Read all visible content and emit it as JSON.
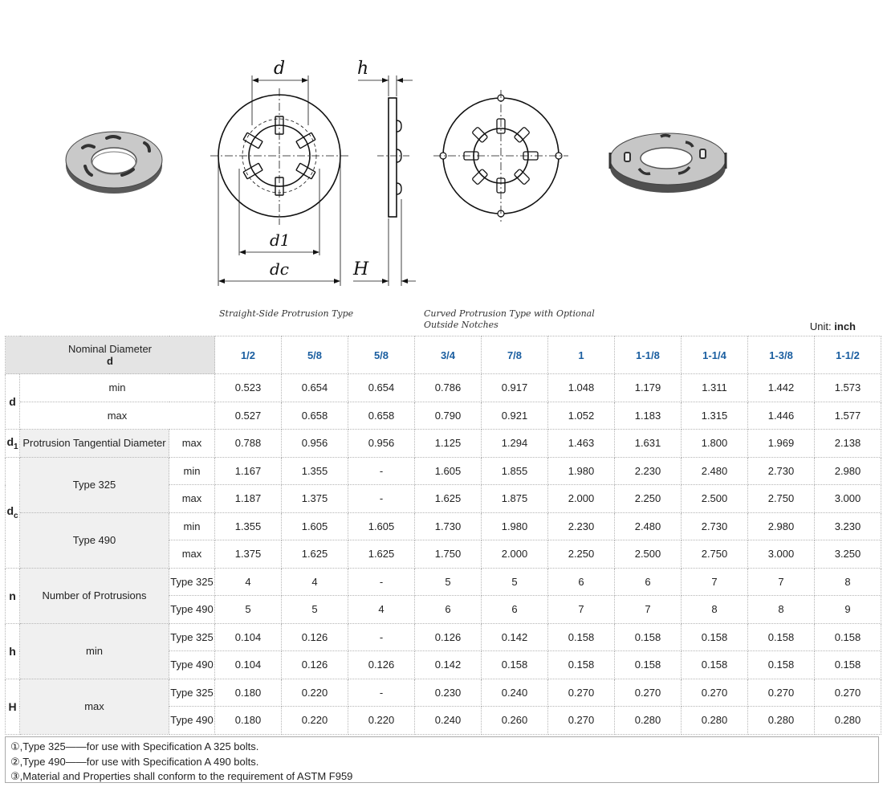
{
  "figure": {
    "labels": {
      "d": "d",
      "h": "h",
      "d1": "d1",
      "dc": "dc",
      "H": "H"
    },
    "caption_straight": "Straight-Side Protrusion Type",
    "caption_curved_line1": "Curved Protrusion Type with Optional",
    "caption_curved_line2": "Outside Notches"
  },
  "unit": {
    "label": "Unit:",
    "value": "inch"
  },
  "table": {
    "header_label": "Nominal Diameter",
    "header_symbol": "d",
    "sizes": [
      "1/2",
      "5/8",
      "5/8",
      "3/4",
      "7/8",
      "1",
      "1-1/8",
      "1-1/4",
      "1-3/8",
      "1-1/2"
    ],
    "d": {
      "symbol": "d",
      "rows": [
        {
          "label": "min",
          "values": [
            "0.523",
            "0.654",
            "0.654",
            "0.786",
            "0.917",
            "1.048",
            "1.179",
            "1.311",
            "1.442",
            "1.573"
          ]
        },
        {
          "label": "max",
          "values": [
            "0.527",
            "0.658",
            "0.658",
            "0.790",
            "0.921",
            "1.052",
            "1.183",
            "1.315",
            "1.446",
            "1.577"
          ]
        }
      ]
    },
    "d1": {
      "symbol": "d",
      "symbol_sub": "1",
      "label": "Protrusion Tangential Diameter",
      "qualifier": "max",
      "values": [
        "0.788",
        "0.956",
        "0.956",
        "1.125",
        "1.294",
        "1.463",
        "1.631",
        "1.800",
        "1.969",
        "2.138"
      ]
    },
    "dc": {
      "symbol": "d",
      "symbol_sub": "c",
      "groups": [
        {
          "label": "Type 325",
          "rows": [
            {
              "label": "min",
              "values": [
                "1.167",
                "1.355",
                "-",
                "1.605",
                "1.855",
                "1.980",
                "2.230",
                "2.480",
                "2.730",
                "2.980"
              ]
            },
            {
              "label": "max",
              "values": [
                "1.187",
                "1.375",
                "-",
                "1.625",
                "1.875",
                "2.000",
                "2.250",
                "2.500",
                "2.750",
                "3.000"
              ]
            }
          ]
        },
        {
          "label": "Type 490",
          "rows": [
            {
              "label": "min",
              "values": [
                "1.355",
                "1.605",
                "1.605",
                "1.730",
                "1.980",
                "2.230",
                "2.480",
                "2.730",
                "2.980",
                "3.230"
              ]
            },
            {
              "label": "max",
              "values": [
                "1.375",
                "1.625",
                "1.625",
                "1.750",
                "2.000",
                "2.250",
                "2.500",
                "2.750",
                "3.000",
                "3.250"
              ]
            }
          ]
        }
      ]
    },
    "n": {
      "symbol": "n",
      "label": "Number of Protrusions",
      "rows": [
        {
          "label": "Type 325",
          "values": [
            "4",
            "4",
            "-",
            "5",
            "5",
            "6",
            "6",
            "7",
            "7",
            "8"
          ]
        },
        {
          "label": "Type 490",
          "values": [
            "5",
            "5",
            "4",
            "6",
            "6",
            "7",
            "7",
            "8",
            "8",
            "9"
          ]
        }
      ]
    },
    "h": {
      "symbol": "h",
      "label": "min",
      "rows": [
        {
          "label": "Type 325",
          "values": [
            "0.104",
            "0.126",
            "-",
            "0.126",
            "0.142",
            "0.158",
            "0.158",
            "0.158",
            "0.158",
            "0.158"
          ]
        },
        {
          "label": "Type 490",
          "values": [
            "0.104",
            "0.126",
            "0.126",
            "0.142",
            "0.158",
            "0.158",
            "0.158",
            "0.158",
            "0.158",
            "0.158"
          ]
        }
      ]
    },
    "H": {
      "symbol": "H",
      "label": "max",
      "rows": [
        {
          "label": "Type 325",
          "values": [
            "0.180",
            "0.220",
            "-",
            "0.230",
            "0.240",
            "0.270",
            "0.270",
            "0.270",
            "0.270",
            "0.270"
          ]
        },
        {
          "label": "Type 490",
          "values": [
            "0.180",
            "0.220",
            "0.220",
            "0.240",
            "0.260",
            "0.270",
            "0.280",
            "0.280",
            "0.280",
            "0.280"
          ]
        }
      ]
    }
  },
  "notes": [
    "①,Type 325——for use with Specification A 325 bolts.",
    "②,Type 490——for use with Specification A 490 bolts.",
    "③,Material and Properties shall conform to the requirement of ASTM F959"
  ]
}
